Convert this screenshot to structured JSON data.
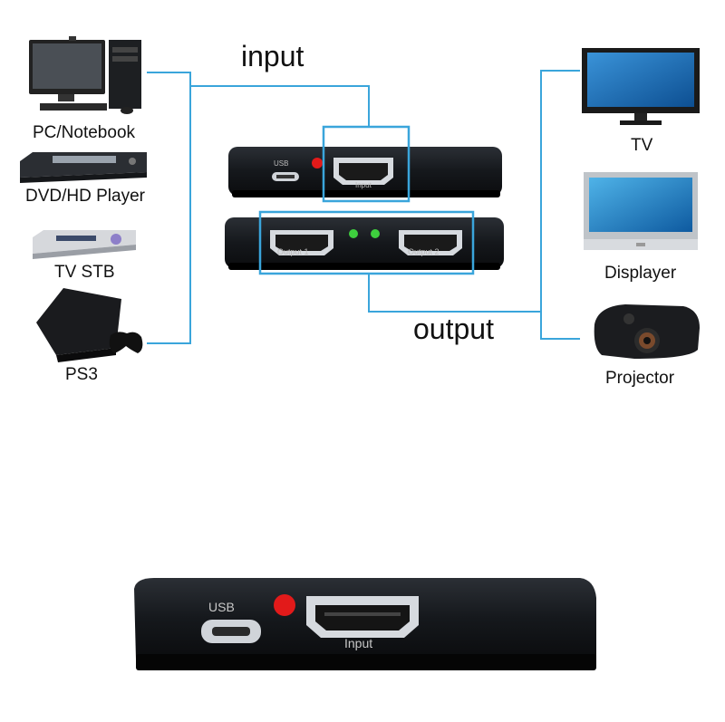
{
  "diagram": {
    "input_heading": "input",
    "output_heading": "output",
    "line_color": "#3aa5db",
    "sources": [
      {
        "label": "PC/Notebook",
        "icon": "pc-notebook-icon"
      },
      {
        "label": "DVD/HD Player",
        "icon": "dvd-player-icon"
      },
      {
        "label": "TV STB",
        "icon": "tv-stb-icon"
      },
      {
        "label": "PS3",
        "icon": "ps3-console-icon"
      }
    ],
    "displays": [
      {
        "label": "TV",
        "icon": "tv-icon"
      },
      {
        "label": "Displayer",
        "icon": "monitor-icon"
      },
      {
        "label": "Projector",
        "icon": "projector-icon"
      }
    ]
  },
  "device": {
    "usb_label": "USB",
    "input_port_label": "Input",
    "output1_label": "Output 1",
    "output2_label": "Output 2",
    "power_led_color": "#e21a1a",
    "status_led_color": "#3ecf3e"
  },
  "closeup": {
    "usb_label": "USB",
    "input_port_label": "Input"
  }
}
